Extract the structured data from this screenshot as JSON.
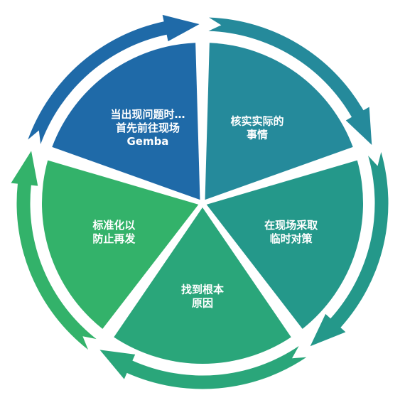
{
  "diagram": {
    "segments": [
      {
        "id": "go-to-gemba",
        "lines": [
          "当出现问题时…",
          "首先前往现场",
          "Gemba"
        ],
        "color": "#1f6aa8"
      },
      {
        "id": "check-facts",
        "lines": [
          "核实实际的",
          "事情"
        ],
        "color": "#258a9b"
      },
      {
        "id": "temporary-measures",
        "lines": [
          "在现场采取",
          "临时对策"
        ],
        "color": "#24988a"
      },
      {
        "id": "find-root-cause",
        "lines": [
          "找到根本",
          "原因"
        ],
        "color": "#2aa67a"
      },
      {
        "id": "standardize",
        "lines": [
          "标准化以",
          "防止再发"
        ],
        "color": "#33b26a"
      }
    ],
    "arrow_colors": [
      "#1f6aa8",
      "#258a9b",
      "#24988a",
      "#2aa67a",
      "#33b26a"
    ]
  }
}
